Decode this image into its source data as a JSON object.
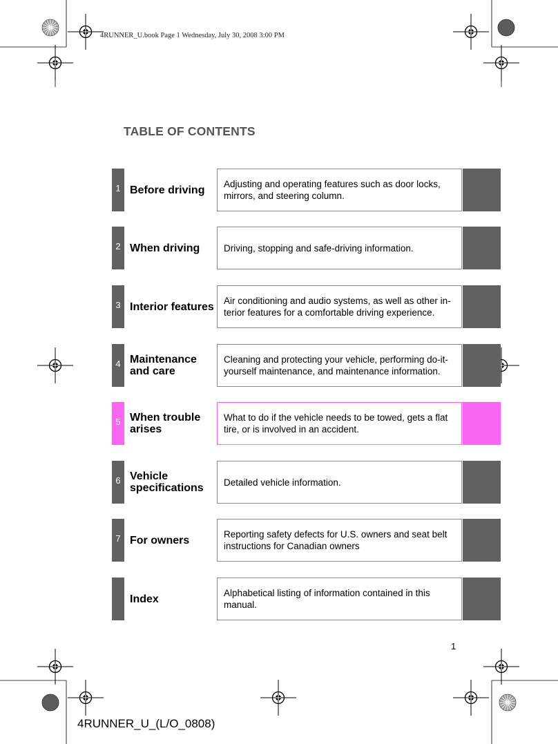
{
  "print_header": "4RUNNER_U.book  Page 1  Wednesday, July 30, 2008  3:00 PM",
  "toc_title": "TABLE OF CONTENTS",
  "colors": {
    "tab_default": "#616161",
    "tab_active": "#f865f0",
    "title_gray": "#555555"
  },
  "sections": [
    {
      "number": "1",
      "title": "Before driving",
      "description": "Adjusting and operating features such as door locks, mirrors, and steering column."
    },
    {
      "number": "2",
      "title": "When driving",
      "description": "Driving, stopping and safe-driving information."
    },
    {
      "number": "3",
      "title": "Interior features",
      "description": "Air conditioning and audio systems, as well as other in-terior features for a comfortable driving experience."
    },
    {
      "number": "4",
      "title": "Maintenance and care",
      "description": "Cleaning and protecting your vehicle, performing do-it-yourself maintenance, and maintenance information."
    },
    {
      "number": "5",
      "title": "When trouble arises",
      "description": "What to do if the vehicle needs to be towed, gets a flat tire, or is involved in an accident.",
      "active": true
    },
    {
      "number": "6",
      "title": "Vehicle specifications",
      "description": "Detailed vehicle information."
    },
    {
      "number": "7",
      "title": "For owners",
      "description": "Reporting safety defects for U.S. owners and seat belt instructions for Canadian owners"
    },
    {
      "number": "",
      "title": "Index",
      "description": "Alphabetical listing of information contained in this manual."
    }
  ],
  "page_number": "1",
  "footer_code": "4RUNNER_U_(L/O_0808)"
}
